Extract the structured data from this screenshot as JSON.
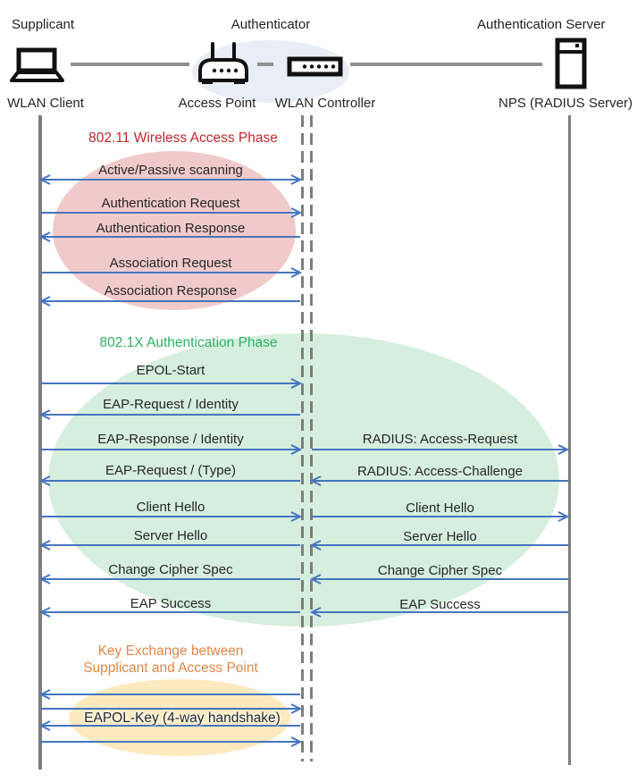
{
  "header": {
    "roles": [
      {
        "label": "Supplicant"
      },
      {
        "label": "Authenticator"
      },
      {
        "label": "Authentication Server"
      }
    ],
    "nodes": [
      {
        "label": "WLAN Client",
        "icon": "laptop-icon"
      },
      {
        "label": "Access Point",
        "icon": "access-point-icon"
      },
      {
        "label": "WLAN Controller",
        "icon": "wlan-controller-icon"
      },
      {
        "label": "NPS (RADIUS Server)",
        "icon": "server-icon"
      }
    ]
  },
  "phases": [
    {
      "title": "802.11 Wireless Access Phase",
      "text_color": "#BE282E",
      "ellipse_color": "#F0CACA"
    },
    {
      "title": "802.1X Authentication Phase",
      "text_color": "#2FAF62",
      "ellipse_color": "#D5EEDE"
    },
    {
      "title_line1": "Key Exchange between",
      "title_line2": "Supplicant and Access Point",
      "text_color": "#E08746",
      "ellipse_color": "#FCEABE"
    }
  ],
  "messages": [
    {
      "label": "Active/Passive scanning",
      "from": "WLAN Client",
      "to": "WLAN Controller",
      "direction": "both"
    },
    {
      "label": "Authentication Request",
      "from": "WLAN Client",
      "to": "WLAN Controller",
      "direction": "right"
    },
    {
      "label": "Authentication Response",
      "from": "WLAN Controller",
      "to": "WLAN Client",
      "direction": "left"
    },
    {
      "label": "Association Request",
      "from": "WLAN Client",
      "to": "WLAN Controller",
      "direction": "right"
    },
    {
      "label": "Association Response",
      "from": "WLAN Controller",
      "to": "WLAN Client",
      "direction": "left"
    },
    {
      "label": "EPOL-Start",
      "from": "WLAN Client",
      "to": "WLAN Controller",
      "direction": "right"
    },
    {
      "label": "EAP-Request / Identity",
      "from": "WLAN Controller",
      "to": "WLAN Client",
      "direction": "left"
    },
    {
      "label": "EAP-Response / Identity",
      "from": "WLAN Client",
      "to": "WLAN Controller",
      "direction": "right"
    },
    {
      "label": "RADIUS: Access-Request",
      "from": "WLAN Controller",
      "to": "NPS (RADIUS Server)",
      "direction": "right"
    },
    {
      "label": "EAP-Request / (Type)",
      "from": "WLAN Controller",
      "to": "WLAN Client",
      "direction": "left"
    },
    {
      "label": "RADIUS: Access-Challenge",
      "from": "NPS (RADIUS Server)",
      "to": "WLAN Controller",
      "direction": "left"
    },
    {
      "label": "Client Hello",
      "from": "WLAN Client",
      "to": "WLAN Controller",
      "direction": "right"
    },
    {
      "label": "Client Hello",
      "from": "WLAN Controller",
      "to": "NPS (RADIUS Server)",
      "direction": "right"
    },
    {
      "label": "Server Hello",
      "from": "WLAN Controller",
      "to": "WLAN Client",
      "direction": "left"
    },
    {
      "label": "Server Hello",
      "from": "NPS (RADIUS Server)",
      "to": "WLAN Controller",
      "direction": "left"
    },
    {
      "label": "Change Cipher Spec",
      "from": "WLAN Controller",
      "to": "WLAN Client",
      "direction": "left"
    },
    {
      "label": "Change Cipher Spec",
      "from": "NPS (RADIUS Server)",
      "to": "WLAN Controller",
      "direction": "left"
    },
    {
      "label": "EAP Success",
      "from": "WLAN Controller",
      "to": "WLAN Client",
      "direction": "left"
    },
    {
      "label": "EAP Success",
      "from": "NPS (RADIUS Server)",
      "to": "WLAN Controller",
      "direction": "left"
    },
    {
      "label": "EAPOL-Key (4-way handshake)",
      "from": "WLAN Client",
      "to": "WLAN Controller",
      "direction": "both"
    }
  ],
  "colors": {
    "arrow": "#4575BE",
    "lifeline": "#7D7D7D",
    "connector": "#909090",
    "authenticator_ellipse": "#E9EDF5"
  }
}
